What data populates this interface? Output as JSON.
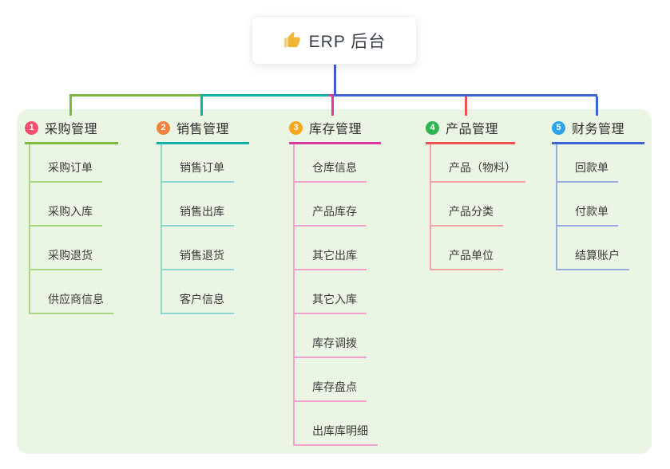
{
  "root": {
    "label": "ERP 后台",
    "icon": "thumbs-up-icon",
    "icon_color": "#f2b636",
    "line_color": "#4c58d0"
  },
  "canvas": {
    "panel_color": "#eaf6e3",
    "background_color": "#ffffff"
  },
  "branches": [
    {
      "badge": "1",
      "label": "采购管理",
      "color": "#7cb93d",
      "light_color": "#a8d685",
      "badge_color": "#f1506e",
      "items": [
        "采购订单",
        "采购入库",
        "采购退货",
        "供应商信息"
      ]
    },
    {
      "badge": "2",
      "label": "销售管理",
      "color": "#13b2a6",
      "light_color": "#8ad8d0",
      "badge_color": "#f5813c",
      "items": [
        "销售订单",
        "销售出库",
        "销售退货",
        "客户信息"
      ]
    },
    {
      "badge": "3",
      "label": "库存管理",
      "color": "#da3a9d",
      "light_color": "#f2a2cf",
      "badge_color": "#f9a71f",
      "items": [
        "仓库信息",
        "产品库存",
        "其它出库",
        "其它入库",
        "库存调拨",
        "库存盘点",
        "出库库明细"
      ]
    },
    {
      "badge": "4",
      "label": "产品管理",
      "color": "#f05152",
      "light_color": "#f5a3a2",
      "badge_color": "#2fb454",
      "items": [
        "产品（物料）",
        "产品分类",
        "产品单位"
      ]
    },
    {
      "badge": "5",
      "label": "财务管理",
      "color": "#3e63d3",
      "light_color": "#97abde",
      "badge_color": "#2aa3e8",
      "items": [
        "回款单",
        "付款单",
        "结算账户"
      ]
    }
  ]
}
